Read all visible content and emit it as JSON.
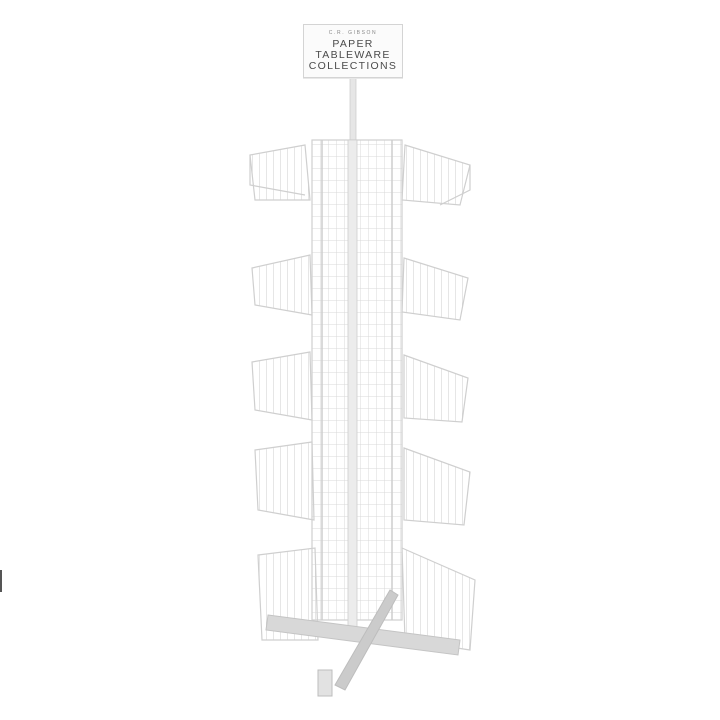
{
  "scene": {
    "description": "White wire spinner display rack with five tiers of baskets on a cross-shaped base, topped by a sign",
    "background_color": "#ffffff",
    "wire_color": "#d6d6d6",
    "base_color": "#c9c9c9",
    "tiers": 5
  },
  "sign": {
    "brand": "C.R. GIBSON",
    "lines": [
      "PAPER",
      "TABLEWARE",
      "COLLECTIONS"
    ]
  }
}
